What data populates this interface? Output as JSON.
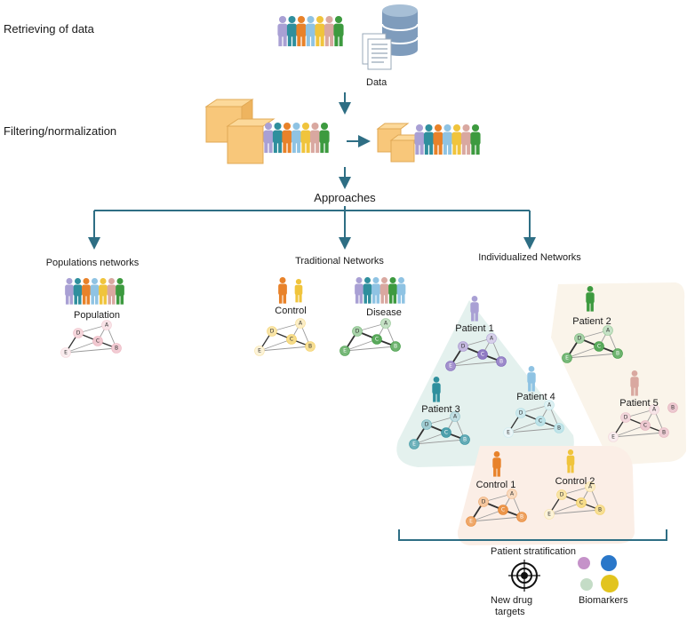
{
  "steps": {
    "retrieving": "Retrieving of data",
    "filtering": "Filtering/normalization",
    "data_label": "Data",
    "approaches": "Approaches"
  },
  "approaches": {
    "population": "Populations networks",
    "traditional": "Traditional Networks",
    "individualized": "Individualized Networks"
  },
  "groups": {
    "population": "Population",
    "control": "Control",
    "disease": "Disease"
  },
  "patients": {
    "p1": "Patient 1",
    "p2": "Patient 2",
    "p3": "Patient 3",
    "p4": "Patient 4",
    "p5": "Patient 5",
    "c1": "Control 1",
    "c2": "Control 2"
  },
  "outcomes": {
    "stratification": "Patient stratification",
    "drug_targets_line1": "New drug",
    "drug_targets_line2": "targets",
    "biomarkers": "Biomarkers"
  },
  "node_letters": [
    "A",
    "B",
    "C",
    "D",
    "E"
  ],
  "extra_node_letter": "B",
  "colors": {
    "arrow": "#2e6e84",
    "box": "#f8c77a",
    "person_palette": [
      "#a9a0d4",
      "#2f8f9d",
      "#e8822a",
      "#8fc3e3",
      "#f0c43c",
      "#d9a8a0",
      "#3d9a3f"
    ],
    "population_net": "#e8a3b0",
    "control_net": "#f0c43c",
    "disease_net": "#3d9a3f",
    "p1_net": "#7b62b8",
    "p2_net": "#3d9a3f",
    "p3_net": "#2f8f9d",
    "p4_net": "#8fcfd8",
    "p5_net": "#e0a4b0",
    "c1_net": "#e8822a",
    "c2_net": "#f0c43c",
    "cluster_teal": "#e4f1ee",
    "cluster_beige": "#faf4ea",
    "cluster_peach": "#fbeee6"
  }
}
